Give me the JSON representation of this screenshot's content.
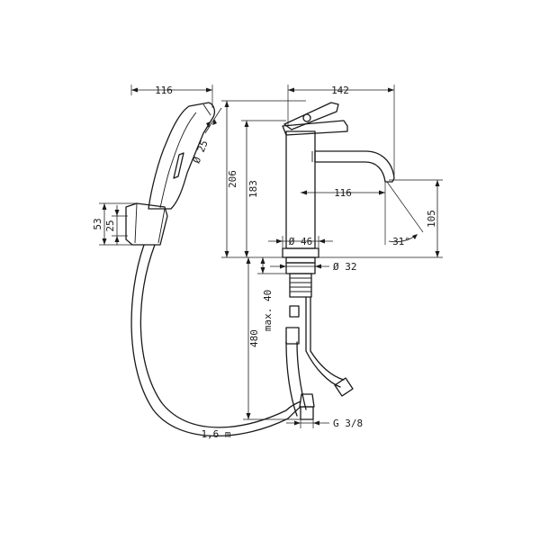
{
  "dimensions": {
    "shower_width": "116",
    "faucet_width": "142",
    "overall_height": "206",
    "body_height": "183",
    "spout_reach": "116",
    "spout_height": "105",
    "spout_angle": "31°",
    "base_diameter": "Ø 46",
    "thread_diameter": "Ø 32",
    "shower_diameter": "Ø 25",
    "holder_height": "53",
    "holder_inner": "25",
    "max_thickness": "max. 40",
    "hose_length_lower": "480",
    "hose_length": "1,6 m",
    "connection_thread": "G 3/8"
  }
}
